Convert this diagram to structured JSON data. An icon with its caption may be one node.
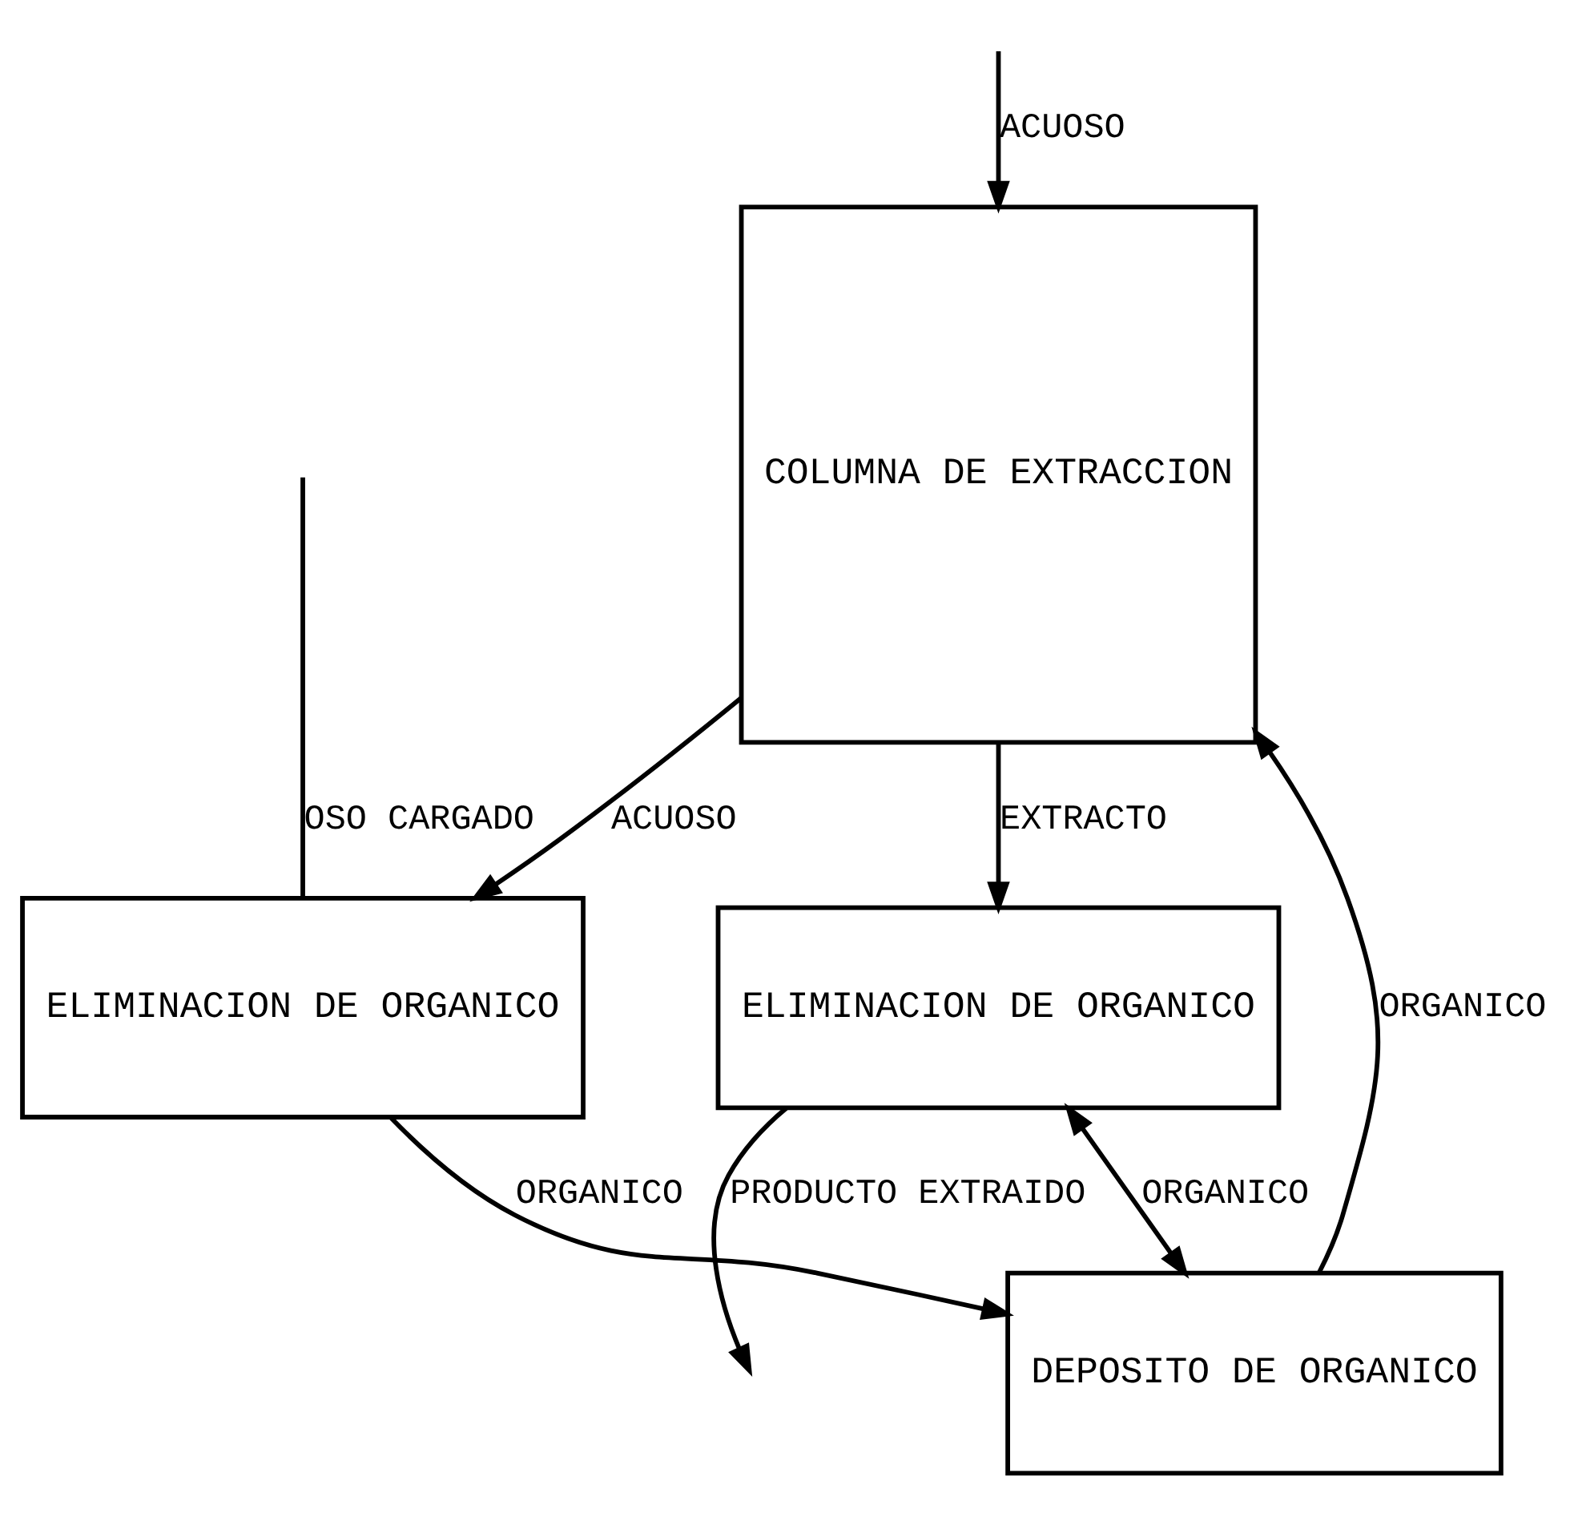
{
  "diagram": {
    "nodes": [
      {
        "text": [
          "COLUMNA DE EXTRACCION"
        ]
      },
      {
        "text": [
          "ELIMINACION DE ORGANICO"
        ]
      },
      {
        "text": [
          "DEPOSITO DE ORGANICO"
        ]
      },
      {
        "text": [
          "ELIMINACION DE ORGANICO"
        ]
      }
    ],
    "edges": [
      {
        "from": null,
        "to": 0,
        "arrow": "to",
        "label": "ACUOSO"
      },
      {
        "from": 0,
        "to": 1,
        "arrow": "to",
        "label": "EXTRACTO"
      },
      {
        "from": 1,
        "to": null,
        "arrow": "to",
        "label": "PRODUCTO EXTRAIDO"
      },
      {
        "from": 1,
        "to": 2,
        "arrow": "both",
        "label": "ORGANICO"
      },
      {
        "from": 2,
        "to": 0,
        "arrow": "to",
        "label": "ORGANICO"
      },
      {
        "from": 0,
        "to": 3,
        "arrow": "to",
        "label": "ACUOSO"
      },
      {
        "from": 3,
        "to": 2,
        "arrow": "to",
        "label": "ORGANICO"
      },
      {
        "from": null,
        "to": 3,
        "arrow": "none",
        "label": "OSO CARGADO"
      }
    ]
  }
}
